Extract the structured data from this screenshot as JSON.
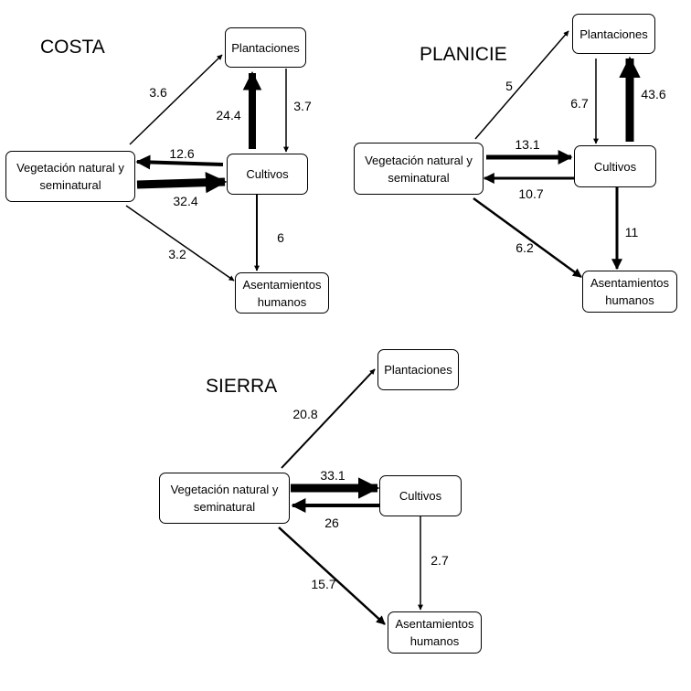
{
  "panels": {
    "costa": {
      "title": "COSTA",
      "nodes": {
        "veg": [
          "Vegetación natural y",
          "seminatural"
        ],
        "plant": [
          "Plantaciones"
        ],
        "cult": [
          "Cultivos"
        ],
        "asent": [
          "Asentamientos",
          "humanos"
        ]
      },
      "flows": {
        "veg_plant": "3.6",
        "cult_plant": "24.4",
        "plant_cult": "3.7",
        "cult_veg": "12.6",
        "veg_cult": "32.4",
        "cult_asent": "6",
        "veg_asent": "3.2"
      }
    },
    "planicie": {
      "title": "PLANICIE",
      "nodes": {
        "veg": [
          "Vegetación natural y",
          "seminatural"
        ],
        "plant": [
          "Plantaciones"
        ],
        "cult": [
          "Cultivos"
        ],
        "asent": [
          "Asentamientos",
          "humanos"
        ]
      },
      "flows": {
        "veg_plant": "5",
        "plant_cult": "6.7",
        "cult_plant": "43.6",
        "veg_cult": "13.1",
        "cult_veg": "10.7",
        "cult_asent": "11",
        "veg_asent": "6.2"
      }
    },
    "sierra": {
      "title": "SIERRA",
      "nodes": {
        "veg": [
          "Vegetación natural y",
          "seminatural"
        ],
        "plant": [
          "Plantaciones"
        ],
        "cult": [
          "Cultivos"
        ],
        "asent": [
          "Asentamientos",
          "humanos"
        ]
      },
      "flows": {
        "veg_plant": "20.8",
        "veg_cult": "33.1",
        "cult_veg": "26",
        "cult_asent": "2.7",
        "veg_asent": "15.7"
      }
    }
  }
}
